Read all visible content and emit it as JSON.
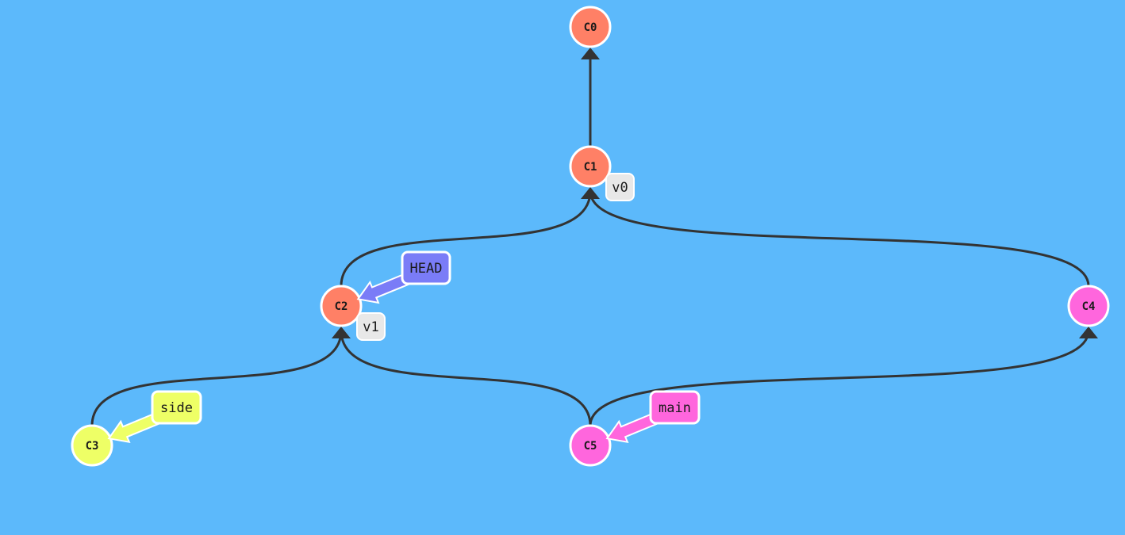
{
  "colors": {
    "background": "#5cb9fb",
    "edge": "#333333",
    "commit_main": "#ff8066",
    "commit_side": "#eeff66",
    "commit_pink": "#ff66dd",
    "head": "#7a7cf7",
    "tag_bg": "#e8e8e8",
    "stroke_white": "#ffffff"
  },
  "commits": [
    {
      "id": "C0",
      "label": "C0",
      "color": "#ff8066"
    },
    {
      "id": "C1",
      "label": "C1",
      "color": "#ff8066"
    },
    {
      "id": "C2",
      "label": "C2",
      "color": "#ff8066"
    },
    {
      "id": "C3",
      "label": "C3",
      "color": "#eeff66"
    },
    {
      "id": "C4",
      "label": "C4",
      "color": "#ff66dd"
    },
    {
      "id": "C5",
      "label": "C5",
      "color": "#ff66dd"
    }
  ],
  "edges": [
    {
      "from": "C1",
      "to": "C0"
    },
    {
      "from": "C2",
      "to": "C1"
    },
    {
      "from": "C4",
      "to": "C1"
    },
    {
      "from": "C3",
      "to": "C2"
    },
    {
      "from": "C5",
      "to": "C2"
    },
    {
      "from": "C5",
      "to": "C4"
    }
  ],
  "refs": [
    {
      "name": "HEAD",
      "target": "C2",
      "color": "#7a7cf7"
    },
    {
      "name": "side",
      "target": "C3",
      "color": "#eeff66"
    },
    {
      "name": "main",
      "target": "C5",
      "color": "#ff66dd"
    }
  ],
  "tags": [
    {
      "name": "v0",
      "target": "C1"
    },
    {
      "name": "v1",
      "target": "C2"
    }
  ]
}
